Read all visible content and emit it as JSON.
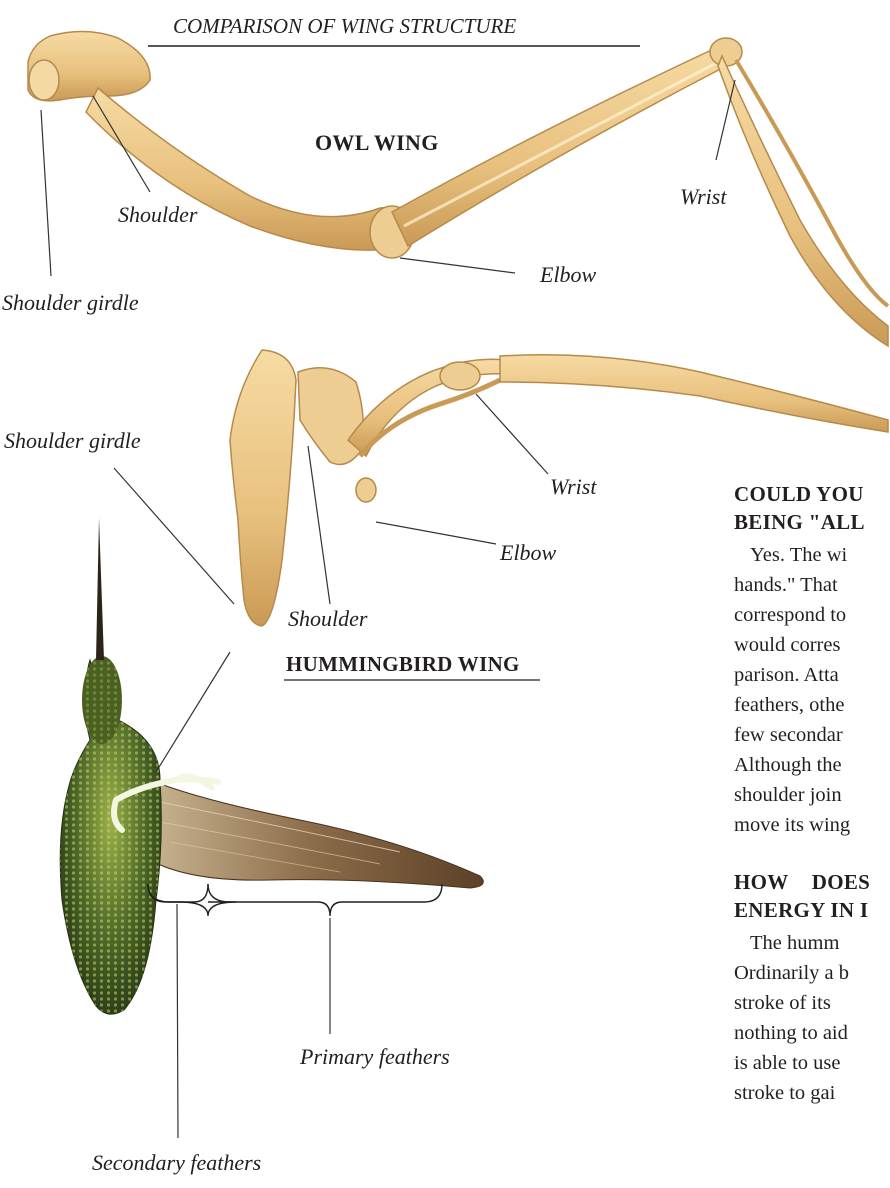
{
  "page_title": "COMPARISON OF WING STRUCTURE",
  "owl": {
    "title": "OWL WING",
    "labels": {
      "shoulder": "Shoulder",
      "shoulder_girdle": "Shoulder girdle",
      "elbow": "Elbow",
      "wrist": "Wrist"
    }
  },
  "hummingbird": {
    "title": "HUMMINGBIRD WING",
    "labels": {
      "shoulder_girdle": "Shoulder girdle",
      "shoulder": "Shoulder",
      "elbow": "Elbow",
      "wrist": "Wrist",
      "primary_feathers": "Primary feathers",
      "secondary_feathers": "Secondary feathers"
    }
  },
  "sections": [
    {
      "heading_lines": [
        "COULD YOU",
        "BEING \"ALL"
      ],
      "body_lines": [
        "Yes. The wi",
        "hands.\" That",
        "correspond to",
        "would corres",
        "parison. Atta",
        "feathers, othe",
        "few secondar",
        "Although the",
        "shoulder join",
        "move its wing"
      ]
    },
    {
      "heading_lines": [
        "HOW DOES",
        "ENERGY IN I"
      ],
      "body_lines": [
        "The humm",
        "Ordinarily a b",
        "stroke of its",
        "nothing to aid",
        "is able to use",
        "stroke to gai"
      ]
    }
  ],
  "colors": {
    "bone": "#ecc98a",
    "bone_shadow": "#c99a55",
    "feather_green": "#4f6a2a",
    "feather_brown": "#8a6a48"
  }
}
